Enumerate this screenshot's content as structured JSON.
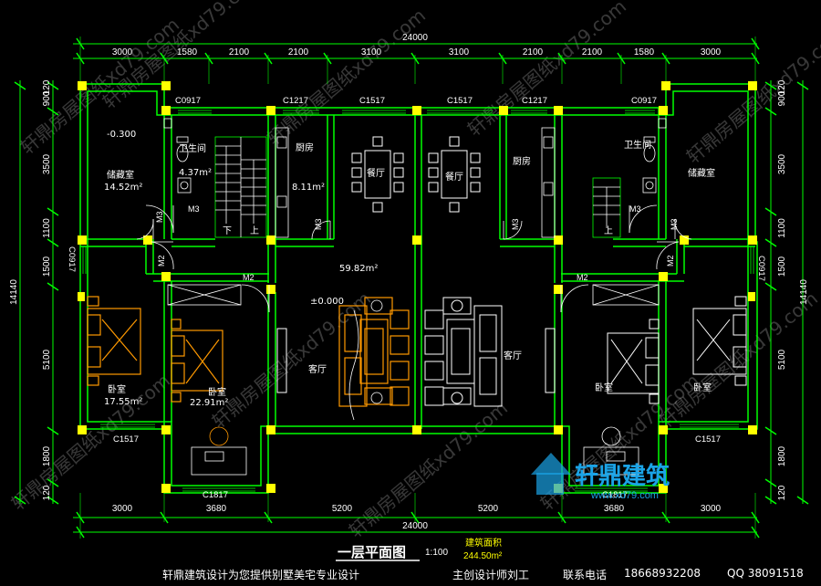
{
  "plan": {
    "title": "一层平面图",
    "scale": "1:100",
    "area_label": "建筑面积",
    "area_value": "244.50m²",
    "total_width": "24000",
    "total_depth": "14140",
    "top_dims": [
      "3000",
      "1580",
      "2100",
      "2100",
      "3100",
      "3100",
      "2100",
      "2100",
      "1580",
      "3000"
    ],
    "bottom_dims": [
      "3000",
      "3680",
      "5200",
      "5200",
      "3680",
      "3000"
    ],
    "side_dims": [
      "900",
      "3500",
      "1100",
      "1500",
      "5100",
      "1800",
      "120"
    ],
    "side_top": "120",
    "rooms": {
      "storage": "储藏室",
      "storage_area": "14.52m²",
      "level": "-0.300",
      "bath": "卫生间",
      "bath_area": "4.37m²",
      "kitchen": "厨房",
      "kitchen_area": "8.11m²",
      "dining": "餐厅",
      "hall_area": "59.82m²",
      "zero": "±0.000",
      "living": "客厅",
      "bedroom": "卧室",
      "bed1_area": "17.55m²",
      "bed2_area": "22.91m²",
      "stair_down": "下",
      "stair_up": "上"
    },
    "windows": {
      "c0917": "C0917",
      "c1217": "C1217",
      "c1517": "C1517",
      "c1817": "C1817"
    },
    "doors": {
      "m2": "M2",
      "m3": "M3"
    },
    "watermark": "轩鼎房屋图纸xd79.com"
  },
  "logo": {
    "name": "轩鼎建筑",
    "url": "www.xd79.com"
  },
  "footer": {
    "slogan": "轩鼎建筑设计为您提供别墅美宅专业设计",
    "designer": "主创设计师刘工",
    "contact_label": "联系电话",
    "phone": "18668932208",
    "qq": "QQ 38091518"
  },
  "colors": {
    "wall": "#00ff00",
    "column": "#ffff00",
    "furniture": "#ff9900",
    "dim_line": "#00ff00",
    "text": "#ffffff",
    "logo": "#1aa3e6"
  }
}
